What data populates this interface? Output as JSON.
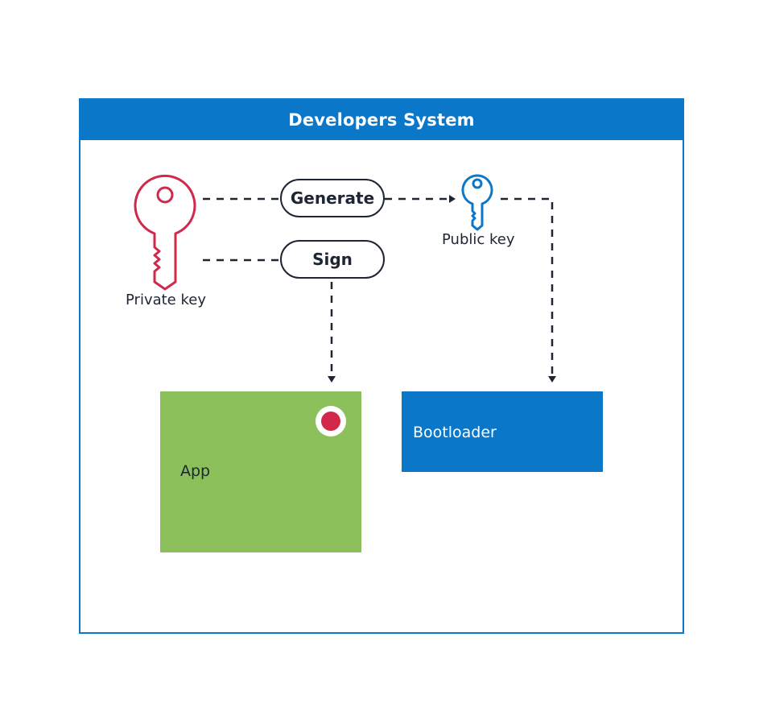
{
  "frame": {
    "title": "Developers System"
  },
  "actions": {
    "generate": "Generate",
    "sign": "Sign"
  },
  "keys": {
    "private_label": "Private key",
    "public_label": "Public key"
  },
  "app": {
    "label": "App"
  },
  "bootloader": {
    "label": "Bootloader"
  },
  "colors": {
    "blue": "#0b77c8",
    "private_key": "#d2284a",
    "app_green": "#8cc05a",
    "ink": "#1e2533"
  },
  "icons": {
    "private_key": "key-icon",
    "public_key": "key-icon",
    "bootloader_key": "key-icon",
    "app_marker": "dot-icon"
  }
}
